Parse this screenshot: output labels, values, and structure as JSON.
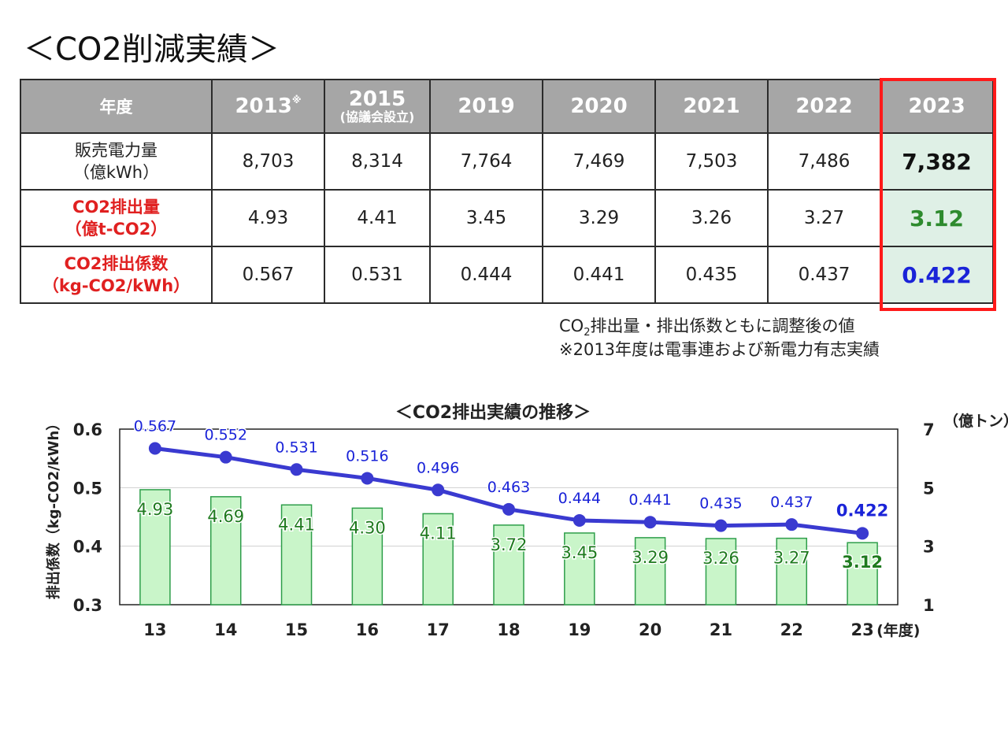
{
  "page_title": "＜CO2削減実績＞",
  "table": {
    "header_label": "年度",
    "years": [
      {
        "year": "2013",
        "mark": "※",
        "sub": ""
      },
      {
        "year": "2015",
        "mark": "",
        "sub": "(協議会設立)"
      },
      {
        "year": "2019",
        "mark": "",
        "sub": ""
      },
      {
        "year": "2020",
        "mark": "",
        "sub": ""
      },
      {
        "year": "2021",
        "mark": "",
        "sub": ""
      },
      {
        "year": "2022",
        "mark": "",
        "sub": ""
      },
      {
        "year": "2023",
        "mark": "",
        "sub": ""
      }
    ],
    "rows": [
      {
        "label_line1": "販売電力量",
        "label_line2": "（億kWh）",
        "style": "normal",
        "values": [
          "8,703",
          "8,314",
          "7,764",
          "7,469",
          "7,503",
          "7,486",
          "7,382"
        ],
        "highlight_color": "#111111"
      },
      {
        "label_line1": "CO2排出量",
        "label_line2": "（億t-CO2）",
        "style": "red",
        "values": [
          "4.93",
          "4.41",
          "3.45",
          "3.29",
          "3.26",
          "3.27",
          "3.12"
        ],
        "highlight_color": "#2e8b2e"
      },
      {
        "label_line1": "CO2排出係数",
        "label_line2": "（kg-CO2/kWh）",
        "style": "red",
        "values": [
          "0.567",
          "0.531",
          "0.444",
          "0.441",
          "0.435",
          "0.437",
          "0.422"
        ],
        "highlight_color": "#1a23d8"
      }
    ]
  },
  "notes": {
    "line1_pre": "CO",
    "line1_sub": "2",
    "line1_post": "排出量・排出係数ともに調整後の値",
    "line2": "※2013年度は電事連および新電力有志実績"
  },
  "chart_data": {
    "type": "bar+line",
    "title": "＜CO2排出実績の推移＞",
    "categories": [
      "13",
      "14",
      "15",
      "16",
      "17",
      "18",
      "19",
      "20",
      "21",
      "22",
      "23"
    ],
    "x_unit_label": "(年度)",
    "series": [
      {
        "name": "",
        "kind": "line",
        "axis": "left",
        "values": [
          0.567,
          0.552,
          0.531,
          0.516,
          0.496,
          0.463,
          0.444,
          0.441,
          0.435,
          0.437,
          0.422
        ],
        "labels": [
          "0.567",
          "0.552",
          "0.531",
          "0.516",
          "0.496",
          "0.463",
          "0.444",
          "0.441",
          "0.435",
          "0.437",
          "0.422"
        ]
      },
      {
        "name": "",
        "kind": "bar",
        "axis": "right",
        "values": [
          4.93,
          4.69,
          4.41,
          4.3,
          4.11,
          3.72,
          3.45,
          3.29,
          3.26,
          3.27,
          3.12
        ],
        "labels": [
          "4.93",
          "4.69",
          "4.41",
          "4.30",
          "4.11",
          "3.72",
          "3.45",
          "3.29",
          "3.26",
          "3.27",
          "3.12"
        ]
      }
    ],
    "ylabel_left": "排出係数（kg-CO2/kWh）",
    "ylim_left": [
      0.3,
      0.6
    ],
    "yticks_left": [
      "0.6",
      "0.5",
      "0.4",
      "0.3"
    ],
    "ylabel_right": "（億トン）",
    "ylim_right": [
      1,
      7
    ],
    "yticks_right": [
      "7",
      "5",
      "3",
      "1"
    ],
    "grid": true,
    "colors": {
      "line": "#3a3ad0",
      "bar_fill": "#c9f5c9",
      "bar_stroke": "#2e9e4a",
      "bar_label": "#1e7a1e",
      "line_label": "#1a23d8"
    }
  }
}
